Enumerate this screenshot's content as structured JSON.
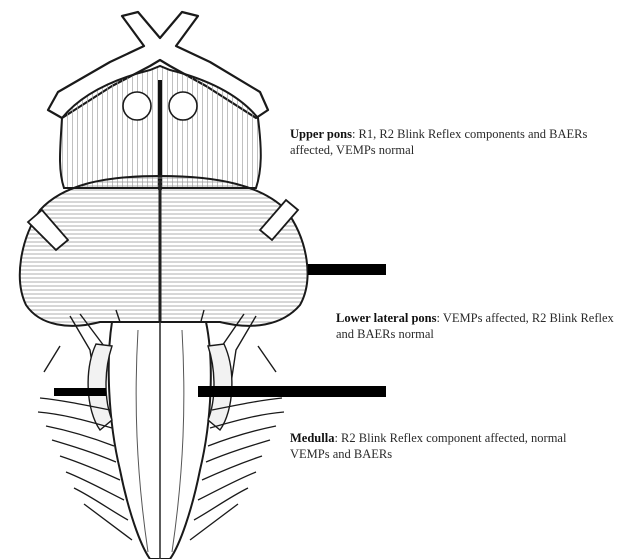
{
  "annotations": {
    "upper_pons": {
      "title": "Upper pons",
      "text": ": R1, R2 Blink Reflex components and BAERs affected,  VEMPs normal"
    },
    "lower_lateral_pons": {
      "title": "Lower lateral pons",
      "text": ": VEMPs affected, R2 Blink Reflex and BAERs normal"
    },
    "medulla": {
      "title": "Medulla",
      "text": ": R2 Blink Reflex component affected, normal VEMPs and BAERs"
    }
  },
  "colors": {
    "ink": "#1a1a1a",
    "shade": "#d9d9d9",
    "marker": "#000000"
  }
}
